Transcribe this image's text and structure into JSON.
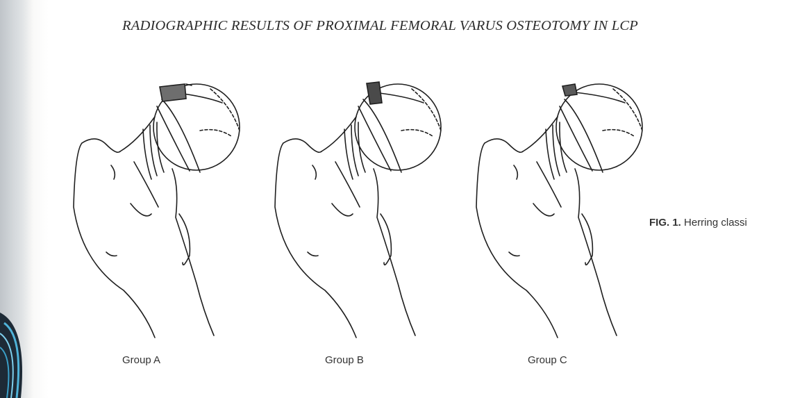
{
  "running_head": "RADIOGRAPHIC RESULTS OF PROXIMAL FEMORAL VARUS OSTEOTOMY IN LCP",
  "figure": {
    "caption_label": "FIG. 1.",
    "caption_text": "Herring classi",
    "panels": [
      {
        "label": "Group A"
      },
      {
        "label": "Group B"
      },
      {
        "label": "Group C"
      }
    ]
  }
}
